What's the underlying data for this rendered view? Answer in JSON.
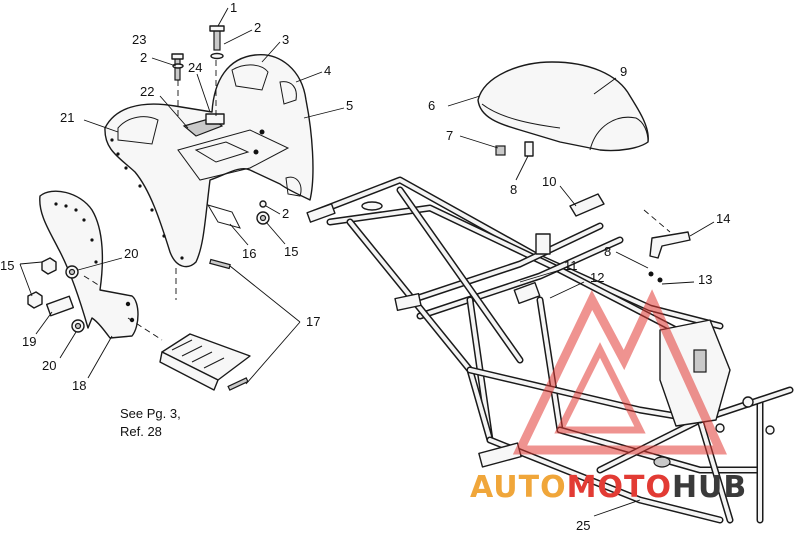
{
  "diagram": {
    "callouts": [
      "1",
      "2",
      "3",
      "4",
      "5",
      "2",
      "23",
      "24",
      "22",
      "21",
      "16",
      "15",
      "2",
      "20",
      "15",
      "19",
      "20",
      "18",
      "17",
      "6",
      "9",
      "7",
      "8",
      "10",
      "14",
      "8",
      "11",
      "12",
      "13",
      "25"
    ],
    "note_line1": "See Pg. 3,",
    "note_line2": "Ref. 28"
  },
  "watermark": {
    "text_auto": "AUTO",
    "text_moto": "MOTO",
    "text_hub": "HUB",
    "color_auto": "#f0a63a",
    "color_moto": "#e23b34",
    "color_hub": "#3a3a3a"
  }
}
